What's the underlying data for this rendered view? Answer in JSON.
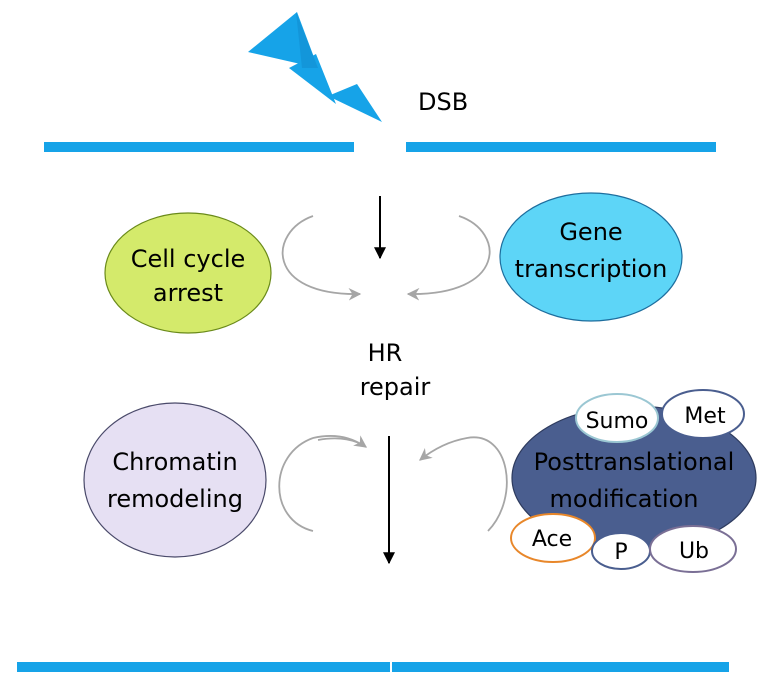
{
  "labels": {
    "dsb": "DSB",
    "hr_line1": "HR",
    "hr_line2": "repair"
  },
  "nodes": {
    "cell_cycle": {
      "line1": "Cell cycle",
      "line2": "arrest",
      "fill": "#d4ea6b"
    },
    "gene_transcription": {
      "line1": "Gene",
      "line2": "transcription",
      "fill": "#5dd5f7"
    },
    "chromatin": {
      "line1": "Chromatin",
      "line2": "remodeling",
      "fill": "#e6e0f3"
    },
    "posttranslational": {
      "line1": "Posttranslational",
      "line2": "modification",
      "fill": "#4a5e8f"
    }
  },
  "modifications": {
    "sumo": {
      "label": "Sumo",
      "stroke": "#9bc7d3"
    },
    "met": {
      "label": "Met",
      "stroke": "#4a5e8f"
    },
    "ace": {
      "label": "Ace",
      "stroke": "#e8872a"
    },
    "p": {
      "label": "P",
      "stroke": "#4a5e8f"
    },
    "ub": {
      "label": "Ub",
      "stroke": "#7a6f95"
    }
  },
  "colors": {
    "dna": "#16a3e8",
    "lightning": "#16a3e8",
    "arrow": "#000000",
    "curved_arrow": "#a6a6a6"
  }
}
